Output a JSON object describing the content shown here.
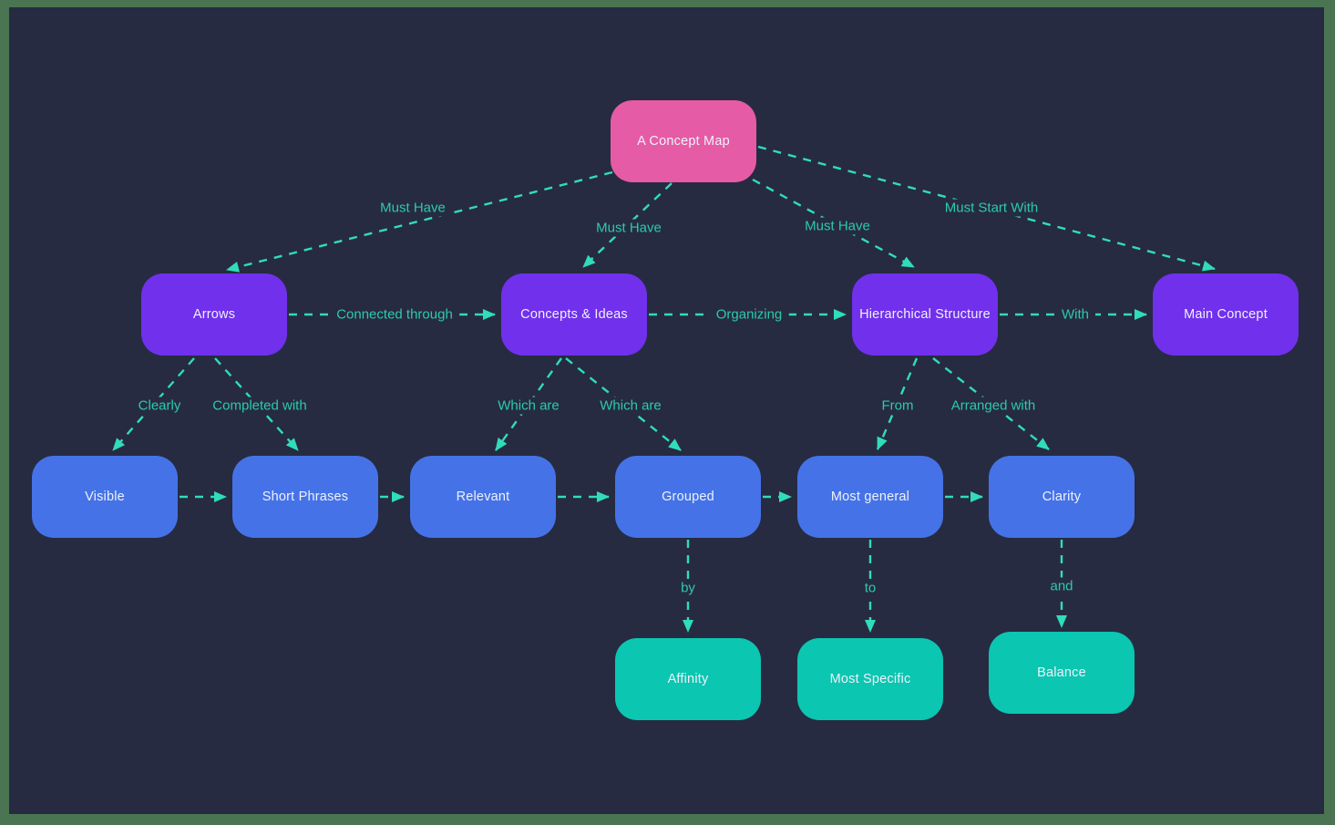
{
  "diagram": {
    "type": "concept-map",
    "colors": {
      "frame": "#4b7452",
      "canvas_background": "#262b42",
      "root_node": "#e65ba5",
      "level2_node": "#7130ec",
      "level3_node": "#4573e7",
      "level4_node": "#0bc6b0",
      "edge_line": "#30dcbc",
      "edge_label_text": "#2dcaaa",
      "node_text": "#eef1fb"
    }
  },
  "nodes": [
    {
      "id": "root",
      "label": "A Concept Map"
    },
    {
      "id": "arrows",
      "label": "Arrows"
    },
    {
      "id": "concepts-ideas",
      "label": "Concepts & Ideas"
    },
    {
      "id": "hierarchical-structure",
      "label": "Hierarchical Structure"
    },
    {
      "id": "main-concept",
      "label": "Main Concept"
    },
    {
      "id": "visible",
      "label": "Visible"
    },
    {
      "id": "short-phrases",
      "label": "Short Phrases"
    },
    {
      "id": "relevant",
      "label": "Relevant"
    },
    {
      "id": "grouped",
      "label": "Grouped"
    },
    {
      "id": "most-general",
      "label": "Most general"
    },
    {
      "id": "clarity",
      "label": "Clarity"
    },
    {
      "id": "affinity",
      "label": "Affinity"
    },
    {
      "id": "most-specific",
      "label": "Most Specific"
    },
    {
      "id": "balance",
      "label": "Balance"
    }
  ],
  "edges": [
    {
      "from": "root",
      "to": "arrows",
      "label": "Must Have"
    },
    {
      "from": "root",
      "to": "concepts-ideas",
      "label": "Must Have"
    },
    {
      "from": "root",
      "to": "hierarchical-structure",
      "label": "Must Have"
    },
    {
      "from": "root",
      "to": "main-concept",
      "label": "Must Start With"
    },
    {
      "from": "arrows",
      "to": "concepts-ideas",
      "label": "Connected through"
    },
    {
      "from": "concepts-ideas",
      "to": "hierarchical-structure",
      "label": "Organizing"
    },
    {
      "from": "hierarchical-structure",
      "to": "main-concept",
      "label": "With"
    },
    {
      "from": "arrows",
      "to": "visible",
      "label": "Clearly"
    },
    {
      "from": "arrows",
      "to": "short-phrases",
      "label": "Completed with"
    },
    {
      "from": "concepts-ideas",
      "to": "relevant",
      "label": "Which are"
    },
    {
      "from": "concepts-ideas",
      "to": "grouped",
      "label": "Which are"
    },
    {
      "from": "hierarchical-structure",
      "to": "most-general",
      "label": "From"
    },
    {
      "from": "hierarchical-structure",
      "to": "clarity",
      "label": "Arranged with"
    },
    {
      "from": "visible",
      "to": "short-phrases",
      "label": ""
    },
    {
      "from": "short-phrases",
      "to": "relevant",
      "label": ""
    },
    {
      "from": "relevant",
      "to": "grouped",
      "label": ""
    },
    {
      "from": "grouped",
      "to": "most-general",
      "label": ""
    },
    {
      "from": "most-general",
      "to": "clarity",
      "label": ""
    },
    {
      "from": "grouped",
      "to": "affinity",
      "label": "by"
    },
    {
      "from": "most-general",
      "to": "most-specific",
      "label": "to"
    },
    {
      "from": "clarity",
      "to": "balance",
      "label": "and"
    }
  ]
}
